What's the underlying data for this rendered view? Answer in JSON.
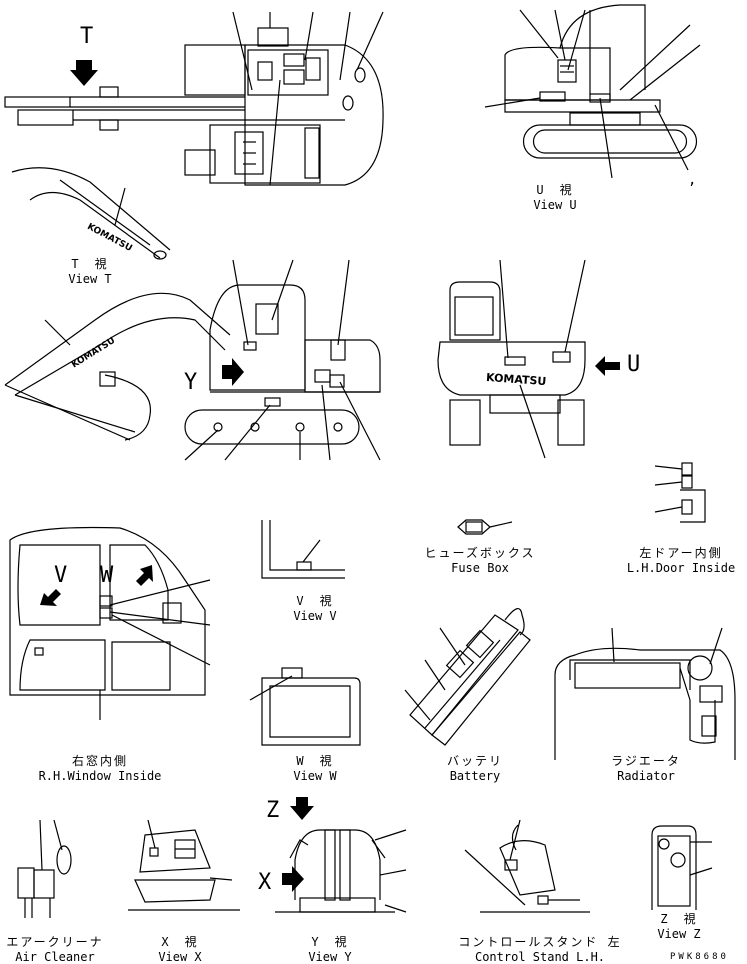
{
  "views": {
    "view_t": {
      "jp": "T　視",
      "en": "View T"
    },
    "view_u": {
      "jp": "U　視",
      "en": "View U"
    },
    "view_v": {
      "jp": "V　視",
      "en": "View V"
    },
    "view_w": {
      "jp": "W　視",
      "en": "View W"
    },
    "view_x": {
      "jp": "X　視",
      "en": "View X"
    },
    "view_y": {
      "jp": "Y　視",
      "en": "View Y"
    },
    "view_z": {
      "jp": "Z　視",
      "en": "View Z"
    },
    "fuse_box": {
      "jp": "ヒューズボックス",
      "en": "Fuse Box"
    },
    "lh_door": {
      "jp": "左ドアー内側",
      "en": "L.H.Door Inside"
    },
    "rh_window": {
      "jp": "右窓内側",
      "en": "R.H.Window Inside"
    },
    "battery": {
      "jp": "バッテリ",
      "en": "Battery"
    },
    "radiator": {
      "jp": "ラジエータ",
      "en": "Radiator"
    },
    "air_cleaner": {
      "jp": "エアークリーナ",
      "en": "Air Cleaner"
    },
    "control_stand": {
      "jp": "コントロールスタンド 左",
      "en": "Control Stand L.H."
    }
  },
  "letters": {
    "t": "T",
    "u": "U",
    "v": "V",
    "w": "W",
    "x": "X",
    "y": "Y",
    "z": "Z"
  },
  "brand": {
    "logo": "KOMATSU"
  },
  "drawing_code": "PWK8680",
  "stray_mark": ","
}
